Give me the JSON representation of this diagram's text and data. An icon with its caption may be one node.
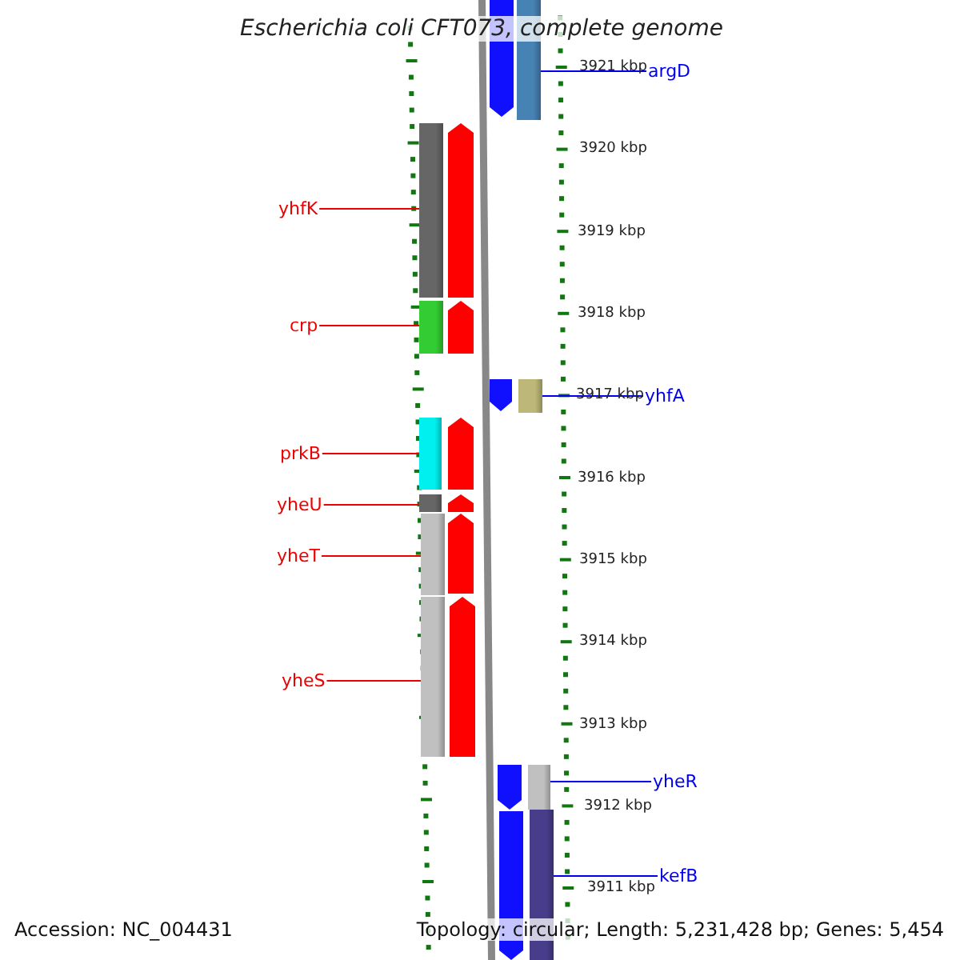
{
  "diagram": {
    "title": "Escherichia coli CFT073, complete genome",
    "nodes": [
      {
        "text": [
          "argD"
        ]
      },
      {
        "text": [
          "yhfK"
        ]
      },
      {
        "text": [
          "crp"
        ]
      },
      {
        "text": [
          "yhfA"
        ]
      },
      {
        "text": [
          "prkB"
        ]
      },
      {
        "text": [
          "yheU"
        ]
      },
      {
        "text": [
          "yheT"
        ]
      },
      {
        "text": [
          "yheS"
        ]
      },
      {
        "text": [
          "yheR"
        ]
      },
      {
        "text": [
          "kefB"
        ]
      },
      {
        "text": [],
        "shape": "bar"
      },
      {
        "text": [],
        "shape": "bar"
      },
      {
        "text": [],
        "shape": "bar"
      },
      {
        "text": [],
        "shape": "bar"
      },
      {
        "text": [],
        "shape": "bar"
      },
      {
        "text": [],
        "shape": "bar"
      },
      {
        "text": [],
        "shape": "bar"
      },
      {
        "text": [],
        "shape": "bar"
      },
      {
        "text": [],
        "shape": "bar"
      },
      {
        "text": [],
        "shape": "bar"
      },
      {
        "text": [],
        "shape": "arrow"
      },
      {
        "text": [],
        "shape": "arrow"
      },
      {
        "text": [],
        "shape": "arrow"
      },
      {
        "text": [],
        "shape": "arrow"
      },
      {
        "text": [],
        "shape": "arrow"
      },
      {
        "text": [],
        "shape": "arrow"
      },
      {
        "text": [],
        "shape": "arrow"
      },
      {
        "text": [],
        "shape": "arrow"
      },
      {
        "text": [],
        "shape": "arrow"
      },
      {
        "text": [],
        "shape": "arrow"
      }
    ],
    "edges": [
      {
        "from": 0,
        "to": 10,
        "arrow": "none",
        "color": "#0000ee"
      },
      {
        "from": 1,
        "to": 11,
        "arrow": "none"
      },
      {
        "from": 2,
        "to": 12,
        "arrow": "none"
      },
      {
        "from": 3,
        "to": 13,
        "arrow": "none",
        "color": "#0000ee"
      },
      {
        "from": 4,
        "to": 14,
        "arrow": "none"
      },
      {
        "from": 5,
        "to": 15,
        "arrow": "none"
      },
      {
        "from": 6,
        "to": 16,
        "arrow": "none"
      },
      {
        "from": 7,
        "to": 17,
        "arrow": "none"
      },
      {
        "from": 8,
        "to": 18,
        "arrow": "none",
        "color": "#0000ee"
      },
      {
        "from": 9,
        "to": 19,
        "arrow": "none",
        "color": "#0000ee"
      }
    ],
    "labels": [
      "3921 kbp",
      "3920 kbp",
      "3919 kbp",
      "3918 kbp",
      "3917 kbp",
      "3916 kbp",
      "3915 kbp",
      "3914 kbp",
      "3913 kbp",
      "3912 kbp",
      "3911 kbp",
      "Accession: NC_004431",
      "Topology: circular; Length: 5,231,428 bp; Genes: 5,454"
    ]
  }
}
